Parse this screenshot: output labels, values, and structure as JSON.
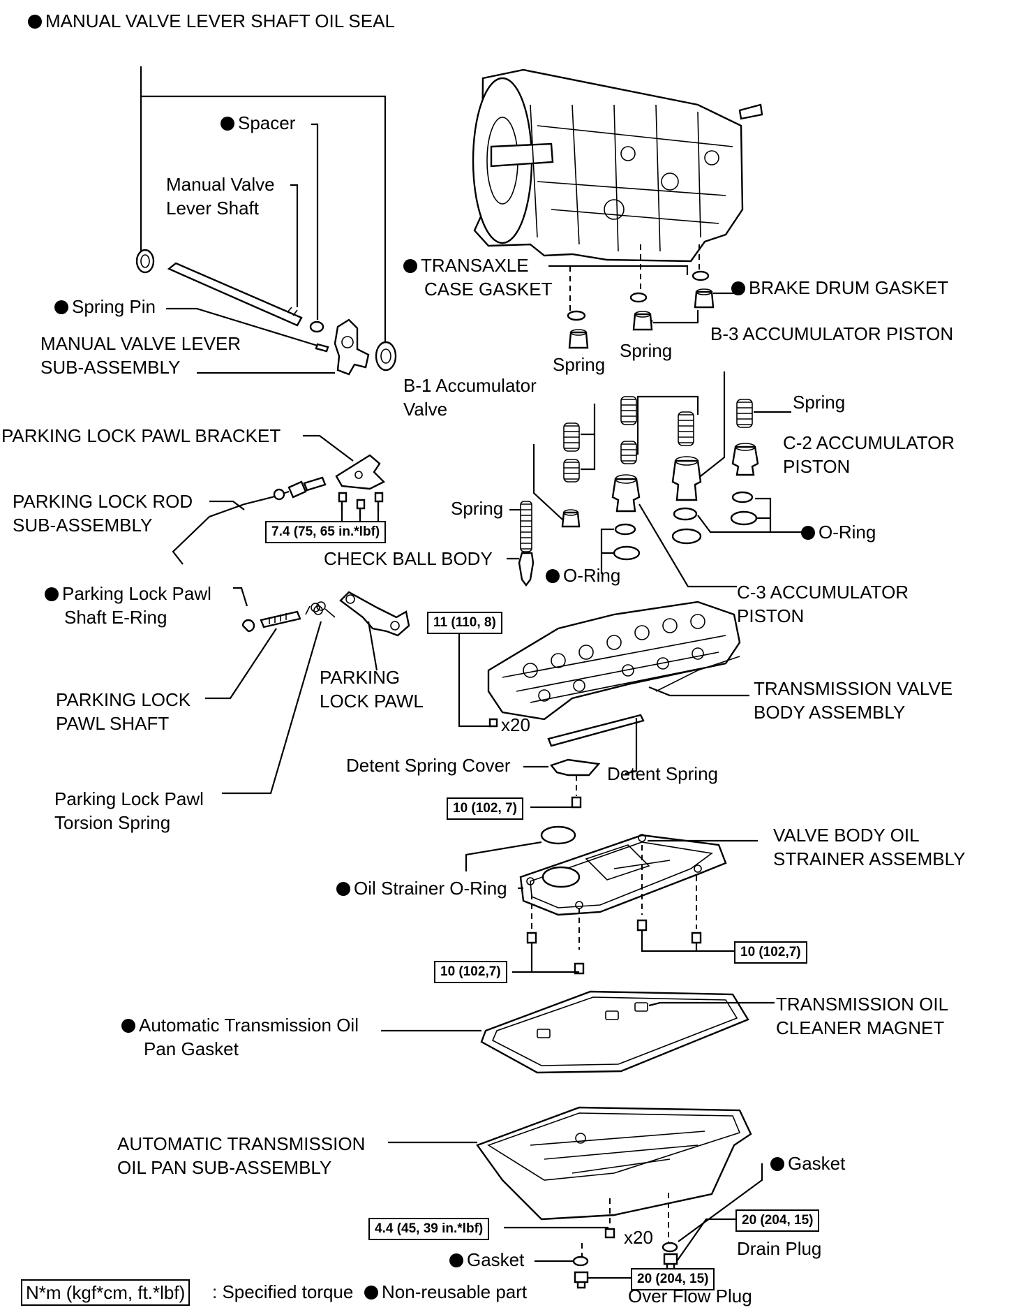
{
  "labels": {
    "manual_valve_lever_shaft_oil_seal": "MANUAL VALVE LEVER SHAFT OIL SEAL",
    "spacer": "Spacer",
    "manual_valve_lever_shaft_1": "Manual Valve",
    "manual_valve_lever_shaft_2": "Lever Shaft",
    "spring_pin": "Spring Pin",
    "manual_valve_lever_sub_1": "MANUAL VALVE LEVER",
    "manual_valve_lever_sub_2": "SUB-ASSEMBLY",
    "transaxle_case_gasket_1": "TRANSAXLE",
    "transaxle_case_gasket_2": "CASE GASKET",
    "brake_drum_gasket": "BRAKE DRUM GASKET",
    "b3_accumulator_piston": "B-3 ACCUMULATOR PISTON",
    "spring_a": "Spring",
    "spring_b": "Spring",
    "b1_accumulator_valve_1": "B-1 Accumulator",
    "b1_accumulator_valve_2": "Valve",
    "spring_c": "Spring",
    "c2_accumulator_piston_1": "C-2 ACCUMULATOR",
    "c2_accumulator_piston_2": "PISTON",
    "parking_lock_pawl_bracket": "PARKING LOCK PAWL BRACKET",
    "parking_lock_rod_1": "PARKING LOCK ROD",
    "parking_lock_rod_2": "SUB-ASSEMBLY",
    "spring_d": "Spring",
    "o_ring_right": "O-Ring",
    "check_ball_body": "CHECK BALL BODY",
    "o_ring_center": "O-Ring",
    "parking_lock_pawl_shaft_e_ring_1": "Parking Lock Pawl",
    "parking_lock_pawl_shaft_e_ring_2": "Shaft E-Ring",
    "c3_accumulator_piston_1": "C-3 ACCUMULATOR",
    "c3_accumulator_piston_2": "PISTON",
    "parking_lock_pawl_1": "PARKING",
    "parking_lock_pawl_2": "LOCK PAWL",
    "parking_lock_pawl_shaft_1": "PARKING LOCK",
    "parking_lock_pawl_shaft_2": "PAWL SHAFT",
    "transmission_valve_body_1": "TRANSMISSION VALVE",
    "transmission_valve_body_2": "BODY ASSEMBLY",
    "x20_valve_body": "x20",
    "detent_spring_cover": "Detent Spring Cover",
    "detent_spring": "Detent Spring",
    "torsion_spring_1": "Parking Lock Pawl",
    "torsion_spring_2": "Torsion Spring",
    "valve_body_oil_strainer_1": "VALVE BODY OIL",
    "valve_body_oil_strainer_2": "STRAINER ASSEMBLY",
    "oil_strainer_o_ring": "Oil Strainer O-Ring",
    "transmission_oil_cleaner_magnet_1": "TRANSMISSION OIL",
    "transmission_oil_cleaner_magnet_2": "CLEANER MAGNET",
    "at_oil_pan_gasket_1": "Automatic Transmission Oil",
    "at_oil_pan_gasket_2": "Pan Gasket",
    "at_oil_pan_sub_1": "AUTOMATIC TRANSMISSION",
    "at_oil_pan_sub_2": "OIL PAN SUB-ASSEMBLY",
    "gasket_right": "Gasket",
    "x20_oil_pan": "x20",
    "drain_plug": "Drain Plug",
    "gasket_bottom": "Gasket",
    "over_flow_plug": "Over Flow Plug"
  },
  "torques": {
    "parking_bracket": "7.4 (75, 65 in.*lbf)",
    "valve_body": "11 (110, 8)",
    "detent_spring": "10 (102, 7)",
    "strainer_right": "10 (102,7)",
    "strainer_left": "10 (102,7)",
    "oil_pan": "4.4 (45, 39 in.*lbf)",
    "drain_plug": "20 (204, 15)",
    "over_flow_plug": "20 (204, 15)"
  },
  "legend": {
    "torque_unit": "N*m (kgf*cm, ft.*lbf)",
    "torque_text": ": Specified torque",
    "non_reusable_text": "Non-reusable part"
  }
}
